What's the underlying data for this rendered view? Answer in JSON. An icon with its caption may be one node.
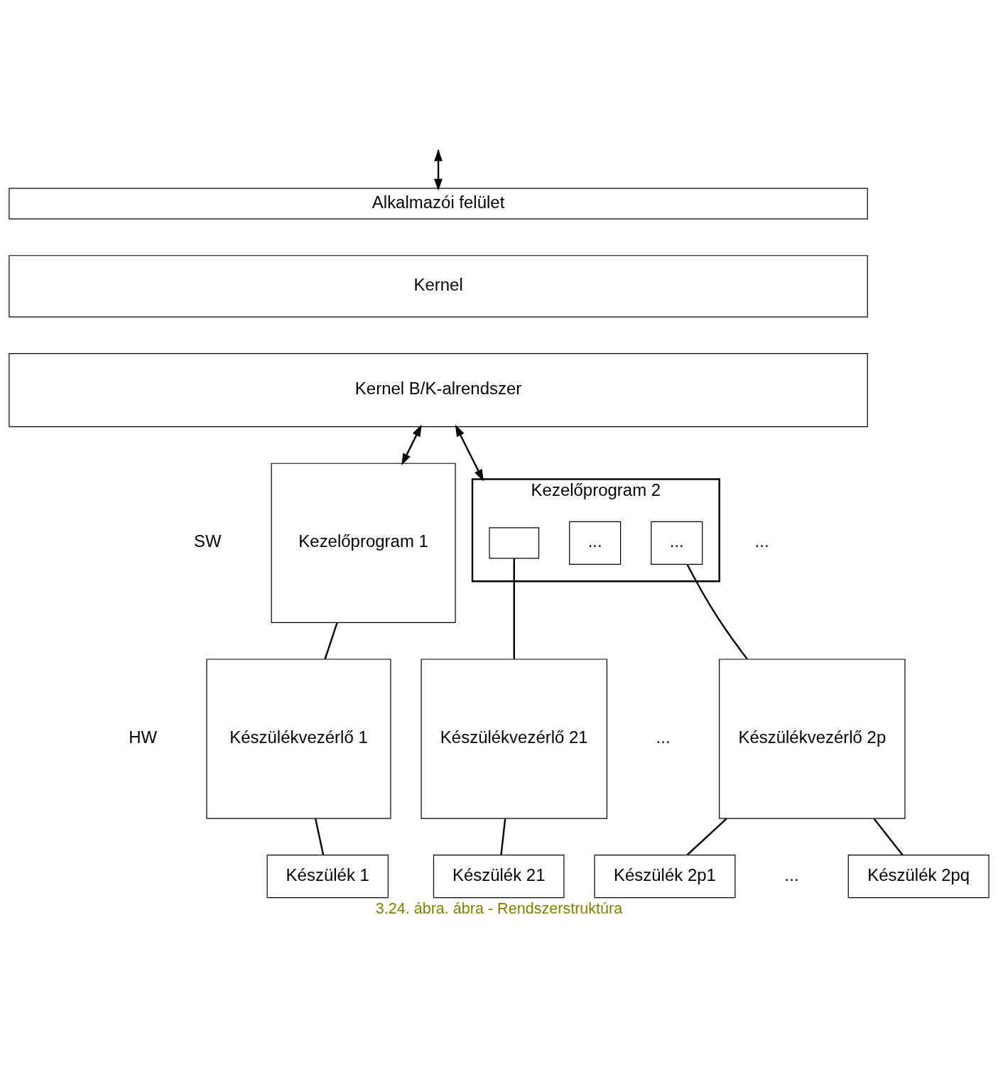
{
  "diagram": {
    "caption": "3.24. ábra. ábra - Rendszerstruktúra",
    "nodes": [
      {
        "text": [
          "Alkalmazói felület"
        ]
      },
      {
        "text": [
          "Kernel"
        ]
      },
      {
        "text": [
          "Kernel B/K-alrendszer"
        ]
      },
      {
        "text": [
          "Kezelőprogram 1"
        ]
      },
      {
        "text": [
          "Kezelőprogram 2"
        ]
      },
      {
        "text": [],
        "shape": "box",
        "in": 4
      },
      {
        "text": [
          "..."
        ],
        "in": 4
      },
      {
        "text": [
          "..."
        ],
        "in": 4
      },
      {
        "text": [
          "Készülékvezérlő 1"
        ]
      },
      {
        "text": [
          "Készülékvezérlő 21"
        ]
      },
      {
        "text": [
          "Készülékvezérlő 2p"
        ]
      },
      {
        "text": [
          "Készülék 1"
        ]
      },
      {
        "text": [
          "Készülék 21"
        ]
      },
      {
        "text": [
          "Készülék 2p1"
        ]
      },
      {
        "text": [
          "Készülék 2pq"
        ]
      }
    ],
    "edges": [
      {
        "from": null,
        "to": 0,
        "arrow": "both"
      },
      {
        "from": 2,
        "to": 3,
        "arrow": "both"
      },
      {
        "from": 2,
        "to": 4,
        "arrow": "both"
      },
      {
        "from": 3,
        "to": 8,
        "arrow": "none"
      },
      {
        "from": 5,
        "to": 9,
        "arrow": "none"
      },
      {
        "from": 7,
        "to": 10,
        "arrow": "none"
      },
      {
        "from": 8,
        "to": 11,
        "arrow": "none"
      },
      {
        "from": 9,
        "to": 12,
        "arrow": "none"
      },
      {
        "from": 10,
        "to": 13,
        "arrow": "none"
      },
      {
        "from": 10,
        "to": 14,
        "arrow": "none"
      }
    ],
    "labels": [
      "SW",
      "...",
      "...",
      "HW",
      "..."
    ]
  }
}
